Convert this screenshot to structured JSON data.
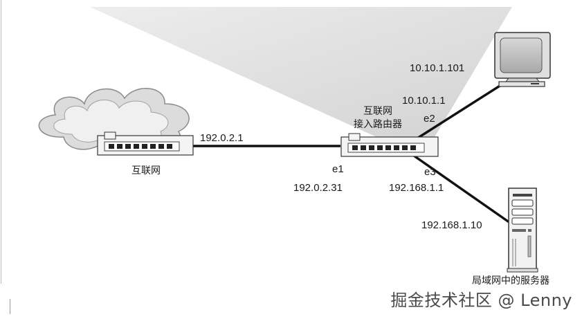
{
  "labels": {
    "internet_router_ip": "192.0.2.1",
    "internet": "互联网",
    "access_router_line1": "互联网",
    "access_router_line2": "接入路由器",
    "e1": "e1",
    "e1_ip": "192.0.2.31",
    "e2": "e2",
    "e2_ip": "10.10.1.1",
    "pc_ip": "10.10.1.101",
    "e3": "e3",
    "e3_ip": "192.168.1.1",
    "server_ip": "192.168.1.10",
    "server": "局域网中的服务器"
  },
  "watermark": "掘金技术社区 @ Lenny"
}
